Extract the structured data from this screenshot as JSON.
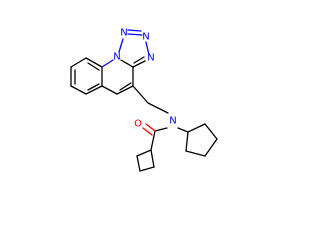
{
  "molecule": {
    "atoms": [
      {
        "id": "n_amide",
        "symbol": "N"
      },
      {
        "id": "o_carbonyl",
        "symbol": "O"
      },
      {
        "id": "n_t1",
        "symbol": "N"
      },
      {
        "id": "n_t2",
        "symbol": "N"
      },
      {
        "id": "n_t3",
        "symbol": "N"
      },
      {
        "id": "n_t4",
        "symbol": "N"
      }
    ],
    "colors": {
      "nitrogen": "#0000ff",
      "oxygen": "#ff0000",
      "carbon_bonds": "#000000",
      "background": "#ffffff"
    }
  }
}
